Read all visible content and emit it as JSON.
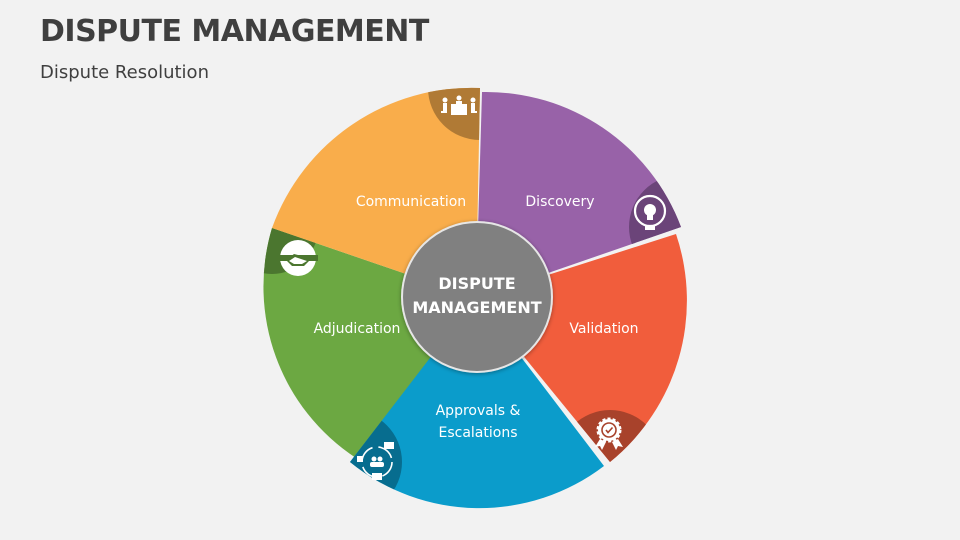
{
  "header": {
    "title": "DISPUTE MANAGEMENT",
    "subtitle": "Dispute Resolution"
  },
  "center": {
    "line1": "DISPUTE",
    "line2": "MANAGEMENT",
    "color": "#808080"
  },
  "segments": [
    {
      "label": "Communication",
      "icon": "meeting-icon",
      "color": "#f9ad4b",
      "tab_color": "#b07a35"
    },
    {
      "label": "Discovery",
      "icon": "lightbulb-icon",
      "color": "#9862a8",
      "tab_color": "#6b4479"
    },
    {
      "label": "Validation",
      "icon": "award-badge-icon",
      "color": "#f15d3c",
      "tab_color": "#a8422b"
    },
    {
      "label_line1": "Approvals &",
      "label_line2": "Escalations",
      "icon": "communication-cycle-icon",
      "color": "#0b9ccb",
      "tab_color": "#076d8f"
    },
    {
      "label": "Adjudication",
      "icon": "handshake-icon",
      "color": "#6ca842",
      "tab_color": "#4b762f"
    }
  ]
}
